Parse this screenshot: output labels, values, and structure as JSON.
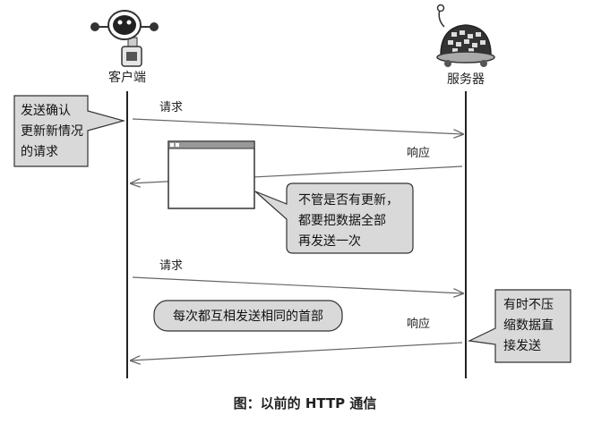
{
  "actors": {
    "client_label": "客户端",
    "server_label": "服务器"
  },
  "messages": {
    "request_1": "请求",
    "response_1": "响应",
    "request_2": "请求",
    "response_2": "响应"
  },
  "notes": {
    "client_note": [
      "发送确认",
      "更新新情况",
      "的请求"
    ],
    "server_note_1": [
      "不管是否有更新，",
      "都要把数据全部",
      "再发送一次"
    ],
    "header_note": "每次都互相发送相同的首部",
    "server_note_2": [
      "有时不压",
      "缩数据直",
      "接发送"
    ]
  },
  "caption": "图：以前的 HTTP 通信",
  "colors": {
    "note_fill": "#d9d9d9",
    "line": "#222222",
    "arrow": "#666666"
  }
}
